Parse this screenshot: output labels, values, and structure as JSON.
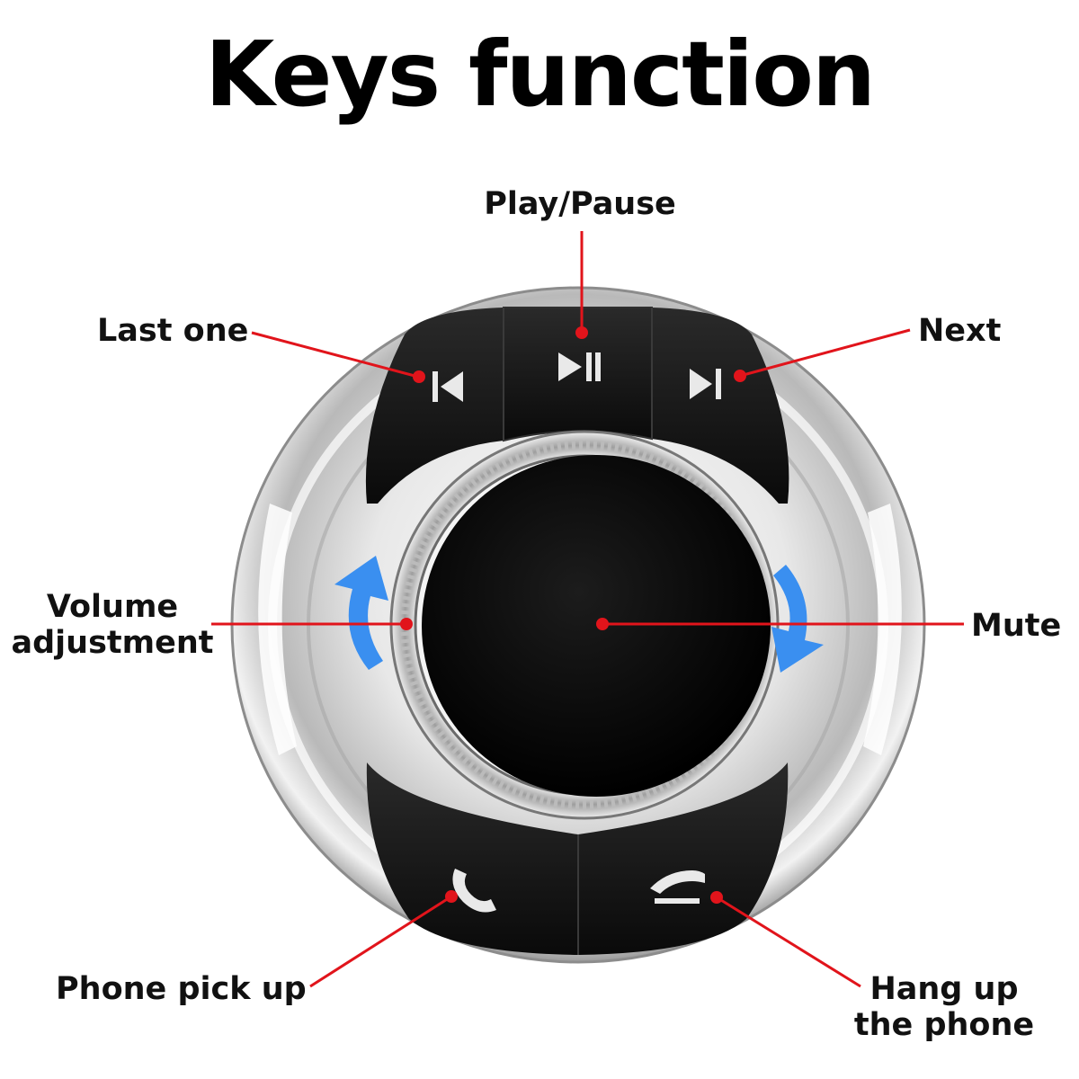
{
  "title": "Keys function",
  "labels": {
    "play_pause": "Play/Pause",
    "last_one": "Last one",
    "next": "Next",
    "volume_line1": "Volume",
    "volume_line2": "adjustment",
    "mute": "Mute",
    "phone_pick_up": "Phone pick up",
    "hang_up_line1": "Hang up",
    "hang_up_line2": "the phone"
  },
  "colors": {
    "leader_line": "#e1141b",
    "arrow": "#3a8ff0",
    "button": "#141414",
    "chrome": "#e6e6e6"
  },
  "icons": [
    "previous-track-icon",
    "play-pause-icon",
    "next-track-icon",
    "phone-pickup-icon",
    "phone-hangup-icon",
    "volume-rotate-arrow-icon"
  ]
}
